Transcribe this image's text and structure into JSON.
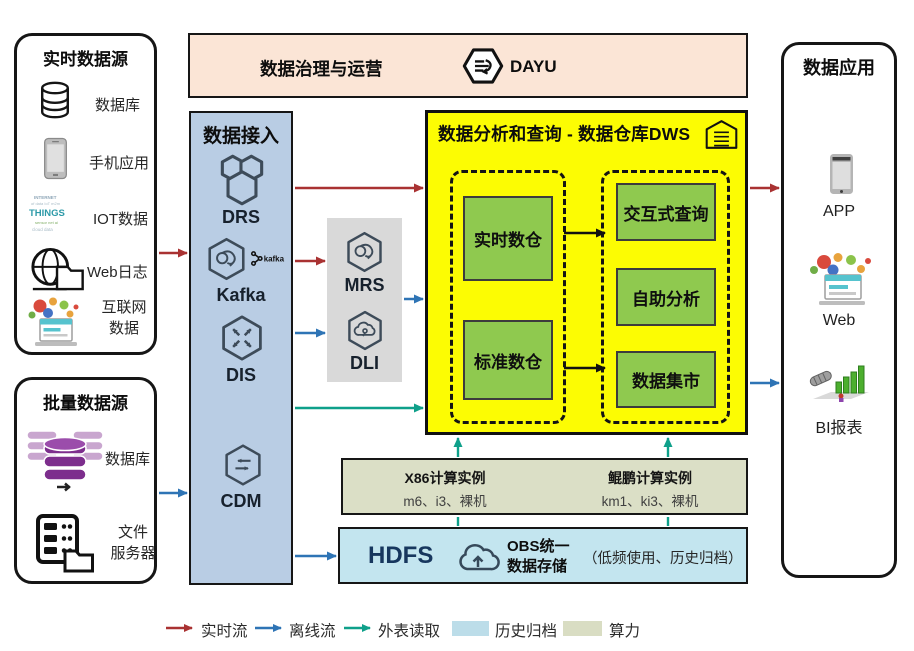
{
  "colors": {
    "realtime_flow": "#a93232",
    "offline_flow": "#2e74b5",
    "external_read": "#0fa08a",
    "history_archive_fill": "#bcdde9",
    "compute_power_fill": "#d9ddc3",
    "warehouse_fill": "#fcfc03",
    "green_box_fill": "#8fc94f",
    "ingestion_fill": "#b9cde4",
    "governance_fill": "#fbe5d6",
    "processing_fill": "#d9d9d9",
    "storage_fill": "#c3e5ef"
  },
  "governance": {
    "title": "数据治理与运营",
    "product_label": "DAYU"
  },
  "realtime_sources": {
    "title": "实时数据源",
    "items": [
      {
        "label": "数据库"
      },
      {
        "label": "手机应用"
      },
      {
        "label": "IOT数据",
        "icon_text_small": "INTERNET",
        "icon_text_big": "THINGS"
      },
      {
        "label": "Web日志"
      },
      {
        "label_line1": "互联网",
        "label_line2": "数据"
      }
    ]
  },
  "batch_sources": {
    "title": "批量数据源",
    "items": [
      {
        "label": "数据库"
      },
      {
        "label_line1": "文件",
        "label_line2": "服务器"
      }
    ]
  },
  "ingestion": {
    "title": "数据接入",
    "services": [
      {
        "name": "DRS"
      },
      {
        "name": "Kafka",
        "logo_text": "kafka"
      },
      {
        "name": "DIS"
      },
      {
        "name": "CDM"
      }
    ]
  },
  "processing": {
    "services": [
      {
        "name": "MRS"
      },
      {
        "name": "DLI"
      }
    ]
  },
  "warehouse": {
    "title": "数据分析和查询 - 数据仓库DWS",
    "realtime_group": [
      {
        "label": "实时数仓"
      },
      {
        "label": "标准数仓"
      }
    ],
    "query_group": [
      {
        "label": "交互式查询"
      },
      {
        "label": "自助分析"
      },
      {
        "label": "数据集市"
      }
    ]
  },
  "compute": {
    "x86": {
      "title": "X86计算实例",
      "spec": "m6、i3、裸机"
    },
    "kunpeng": {
      "title": "鲲鹏计算实例",
      "spec": "km1、ki3、裸机"
    }
  },
  "storage": {
    "hdfs_label": "HDFS",
    "obs_line1": "OBS统一",
    "obs_line2": "数据存储",
    "note": "（低频使用、历史归档）"
  },
  "applications": {
    "title": "数据应用",
    "items": [
      {
        "label": "APP"
      },
      {
        "label": "Web"
      },
      {
        "label": "BI报表"
      }
    ]
  },
  "legend": {
    "items": [
      {
        "label": "实时流"
      },
      {
        "label": "离线流"
      },
      {
        "label": "外表读取"
      },
      {
        "label": "历史归档"
      },
      {
        "label": "算力"
      }
    ]
  }
}
